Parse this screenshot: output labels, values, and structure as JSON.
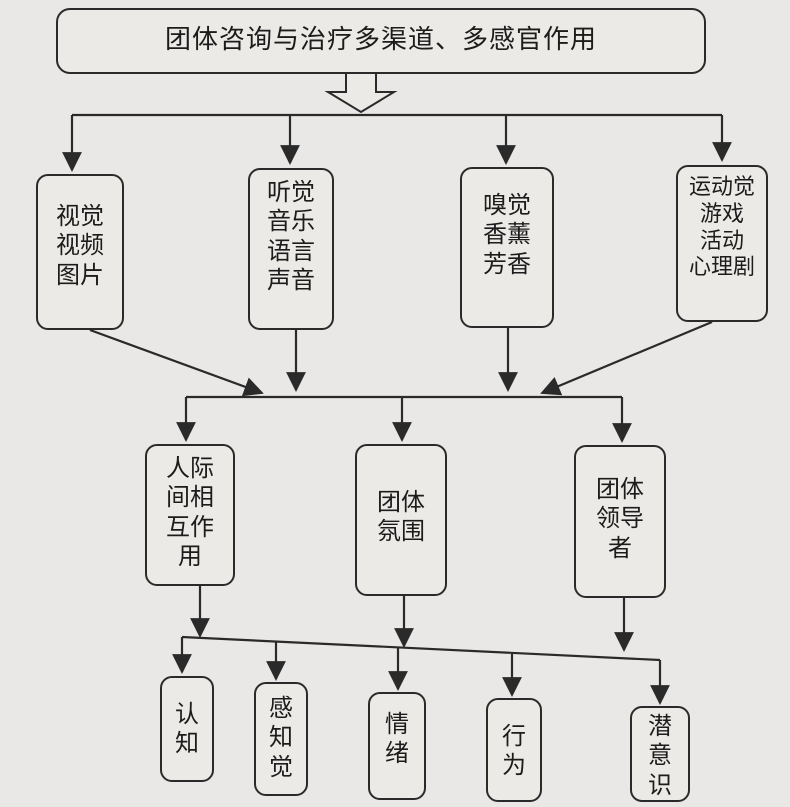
{
  "title": "团体咨询与治疗多渠道、多感官作用",
  "channels": [
    {
      "id": "visual",
      "label": "视觉\n视频\n图片"
    },
    {
      "id": "auditory",
      "label": "听觉\n音乐\n语言\n声音"
    },
    {
      "id": "olfactory",
      "label": "嗅觉\n香薰\n芳香"
    },
    {
      "id": "kinesthetic",
      "label": "运动觉\n游戏\n活动\n心理剧"
    }
  ],
  "factors": [
    {
      "id": "interpersonal",
      "label": "人际\n间相\n互作\n用"
    },
    {
      "id": "atmosphere",
      "label": "团体\n氛围"
    },
    {
      "id": "leader",
      "label": "团体\n领导\n者"
    }
  ],
  "outcomes": [
    {
      "id": "cognition",
      "label": "认\n知"
    },
    {
      "id": "perception",
      "label": "感\n知\n觉"
    },
    {
      "id": "emotion",
      "label": "情\n绪"
    },
    {
      "id": "behavior",
      "label": "行\n为"
    },
    {
      "id": "subconscious",
      "label": "潜\n意\n识"
    }
  ]
}
